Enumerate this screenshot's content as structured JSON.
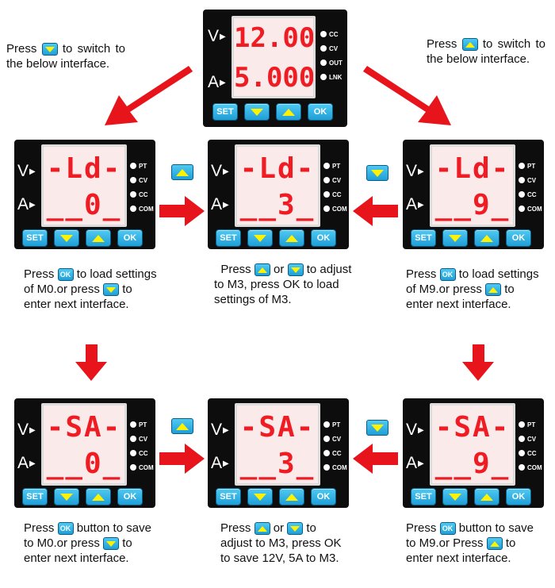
{
  "top_panel": {
    "v_label": "V",
    "a_label": "A",
    "line1": "12.00",
    "line2": "5.000",
    "leds": [
      "CC",
      "CV",
      "OUT",
      "LNK"
    ],
    "buttons": {
      "set": "SET",
      "ok": "OK"
    }
  },
  "panel_common": {
    "v_label": "V",
    "a_label": "A",
    "leds": [
      "PT",
      "CV",
      "CC",
      "COM"
    ],
    "buttons": {
      "set": "SET",
      "ok": "OK"
    }
  },
  "load_panels": [
    {
      "line1": "-Ld-",
      "line2": "__0_"
    },
    {
      "line1": "-Ld-",
      "line2": "__3_"
    },
    {
      "line1": "-Ld-",
      "line2": "__9_"
    }
  ],
  "save_panels": [
    {
      "line1": "-SA-",
      "line2": "__0_"
    },
    {
      "line1": "-SA-",
      "line2": "__3_"
    },
    {
      "line1": "-SA-",
      "line2": "__9_"
    }
  ],
  "texts": {
    "top_left": {
      "a": "Press",
      "b": "to switch to the below interface."
    },
    "top_right": {
      "a": "Press",
      "b": "to switch to the below interface."
    },
    "load_left": {
      "a": "Press",
      "b": "to load settings of M0.or press",
      "c": "to enter next interface."
    },
    "load_mid": {
      "a": "Press",
      "b": "or",
      "c": "to adjust to M3, press OK to load settings of M3."
    },
    "load_right": {
      "a": "Press",
      "b": "to load settings of M9.or press",
      "c": "to enter next interface."
    },
    "save_left": {
      "a": "Press",
      "b": "button to save to M0.or press",
      "c": "to enter next interface."
    },
    "save_mid": {
      "a": "Press",
      "b": "or",
      "c": "to adjust to M3, press OK to save 12V, 5A to M3."
    },
    "save_right": {
      "a": "Press",
      "b": "button to save to M9.or Press",
      "c": "to enter next interface."
    },
    "ok_key": "OK"
  },
  "colors": {
    "arrow": "#e8141c",
    "key_blue": "#23a8e0",
    "key_glyph": "#fff200",
    "display_red": "#ef1c24"
  }
}
